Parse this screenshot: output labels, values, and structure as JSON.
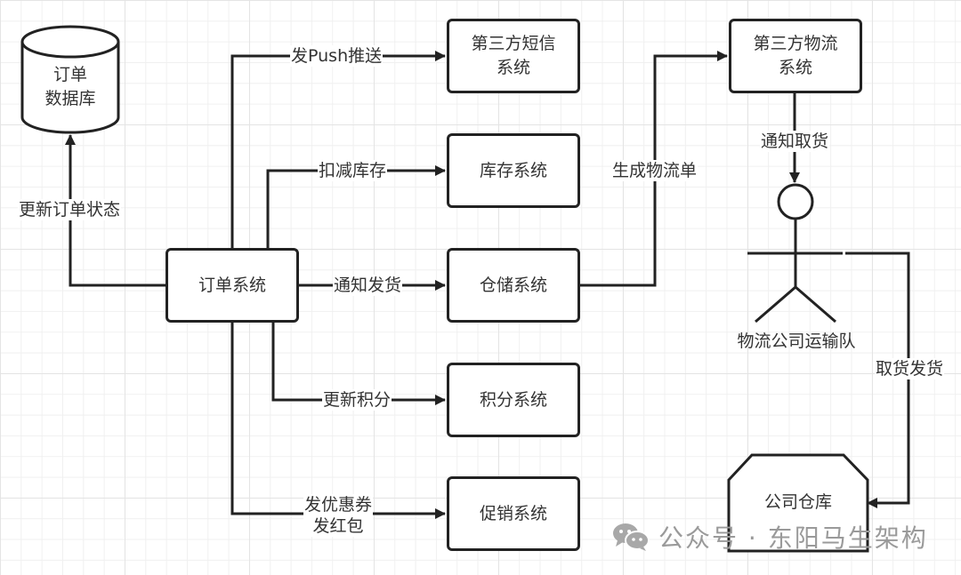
{
  "diagram": {
    "title": "订单系统交互图",
    "nodes": {
      "order_db": "订单\n数据库",
      "order_system": "订单系统",
      "sms_system": "第三方短信\n系统",
      "inventory_system": "库存系统",
      "warehouse_system": "仓储系统",
      "points_system": "积分系统",
      "promotion_system": "促销系统",
      "logistics_system": "第三方物流\n系统",
      "logistics_team": "物流公司运输队",
      "company_warehouse": "公司仓库"
    },
    "edges": {
      "update_order_status": "更新订单状态",
      "send_push": "发Push推送",
      "deduct_inventory": "扣减库存",
      "notify_shipping": "通知发货",
      "update_points": "更新积分",
      "send_coupons": "发优惠券\n发红包",
      "create_waybill": "生成物流单",
      "notify_pickup": "通知取货",
      "pickup_ship": "取货发货"
    },
    "colors": {
      "stroke": "#222222",
      "text": "#333333",
      "grid": "#e4e4e4",
      "watermark": "#9a9a9a"
    }
  },
  "watermark": {
    "icon": "wechat-icon",
    "text": "公众号 · 东阳马生架构"
  }
}
